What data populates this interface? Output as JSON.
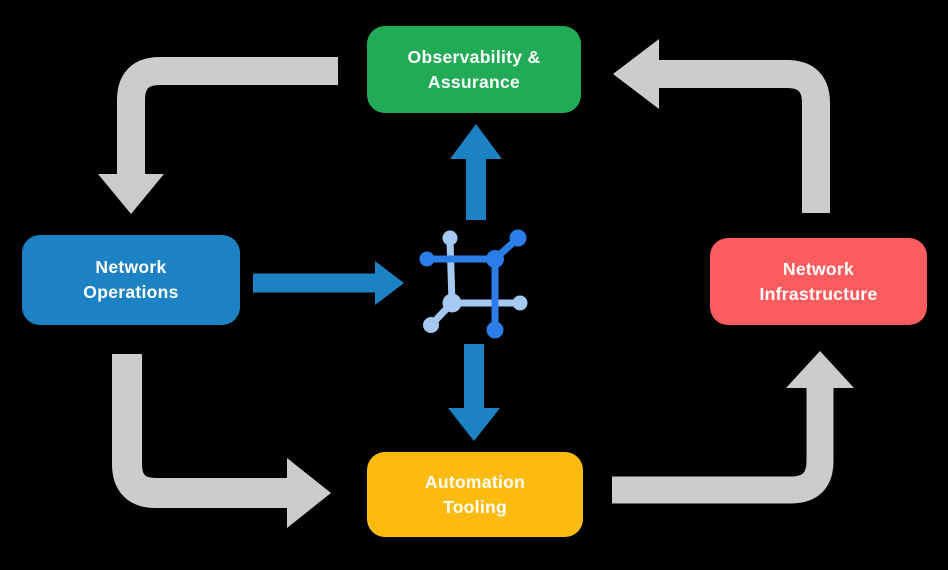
{
  "nodes": {
    "observability": {
      "label": "Observability &\nAssurance",
      "color": "#21ab57"
    },
    "operations": {
      "label": "Network\nOperations",
      "color": "#1d82c4"
    },
    "infrastructure": {
      "label": "Network\nInfrastructure",
      "color": "#fd5c5e"
    },
    "automation": {
      "label": "Automation\nTooling",
      "color": "#fdbb10"
    }
  },
  "colors": {
    "background": "#000000",
    "cycle_arrow": "#cccccc",
    "hub_arrow": "#1d82c4",
    "icon_dark": "#2b7de8",
    "icon_light": "#a6c9f4"
  },
  "icons": {
    "center": "network-hub-icon"
  },
  "flows": [
    {
      "from": "Observability & Assurance",
      "to": "Network Operations",
      "style": "gray-cycle"
    },
    {
      "from": "Network Operations",
      "to": "Automation Tooling",
      "style": "gray-cycle"
    },
    {
      "from": "Automation Tooling",
      "to": "Network Infrastructure",
      "style": "gray-cycle"
    },
    {
      "from": "Network Infrastructure",
      "to": "Observability & Assurance",
      "style": "gray-cycle"
    },
    {
      "from": "Network Operations",
      "to": "network-hub",
      "style": "blue-hub"
    },
    {
      "from": "network-hub",
      "to": "Observability & Assurance",
      "style": "blue-hub"
    },
    {
      "from": "network-hub",
      "to": "Automation Tooling",
      "style": "blue-hub"
    }
  ]
}
